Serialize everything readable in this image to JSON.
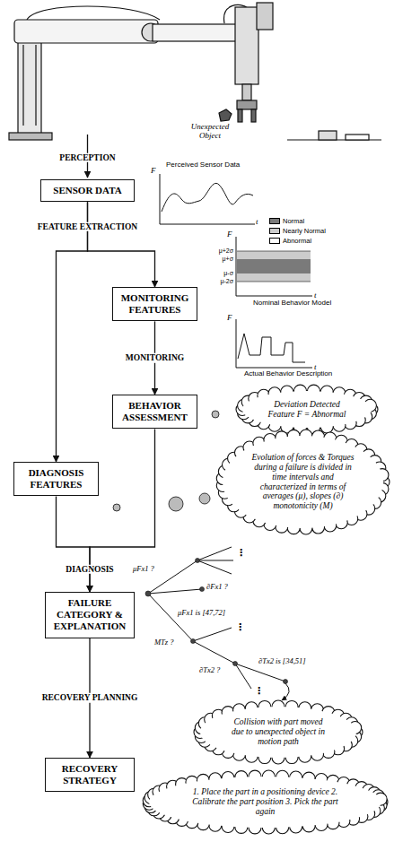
{
  "diagram": {
    "nodes": [
      {
        "text": [
          "SENSOR DATA"
        ]
      },
      {
        "text": [
          "MONITORING FEATURES"
        ]
      },
      {
        "text": [
          "BEHAVIOR ASSESSMENT"
        ]
      },
      {
        "text": [
          "Deviation Detected Feature F = Abnormal"
        ]
      },
      {
        "text": [
          "Evolution of forces & Torques during a failure is divided in time intervals and characterized in terms of averages (μ), slopes (∂) monotonicity (M)"
        ]
      },
      {
        "text": [
          "DIAGNOSIS FEATURES"
        ]
      },
      {
        "text": [
          "FAILURE CATEGORY & EXPLANATION"
        ]
      },
      {
        "text": [
          "Collision with part moved due to unexpected object in motion path"
        ]
      },
      {
        "text": [
          "RECOVERY STRATEGY"
        ]
      },
      {
        "text": [
          "1. Place the part in a positioning device 2. Calibrate the part position 3. Pick the part again"
        ]
      }
    ],
    "edges": [
      {
        "from": 0,
        "to": 1,
        "arrow": "to",
        "label": "FEATURE EXTRACTION"
      },
      {
        "from": 0,
        "to": 5,
        "arrow": "to"
      },
      {
        "from": 1,
        "to": 2,
        "arrow": "to",
        "label": "MONITORING"
      },
      {
        "from": 2,
        "to": 6,
        "arrow": "to"
      },
      {
        "from": 5,
        "to": 6,
        "arrow": "to",
        "label": "DIAGNOSIS"
      },
      {
        "from": 6,
        "to": 8,
        "arrow": "to",
        "label": "RECOVERY PLANNING"
      }
    ],
    "labels": [
      "Unexpected Object",
      "PERCEPTION",
      "Perceived Sensor Data",
      "F",
      "t",
      "F",
      "μ+2σ",
      "μ+σ",
      "μ-σ",
      "μ-2σ",
      "Nominal Behavior Model",
      "t",
      "F",
      "Actual Behavior Description",
      "t",
      "μFx1 ?",
      "μFx1 is [47,72]",
      "∂Fx1 ?",
      "MTz ?",
      "∂Tx2 ?",
      "∂Tx2 is [34,51]",
      "⋮",
      "⋮",
      "⋮"
    ],
    "legend": [
      {
        "text": "Normal",
        "color": "#7a7a7a"
      },
      {
        "text": "Nearly Normal",
        "color": "#cccccc"
      },
      {
        "text": "Abnormal",
        "color": "#ffffff"
      }
    ]
  }
}
